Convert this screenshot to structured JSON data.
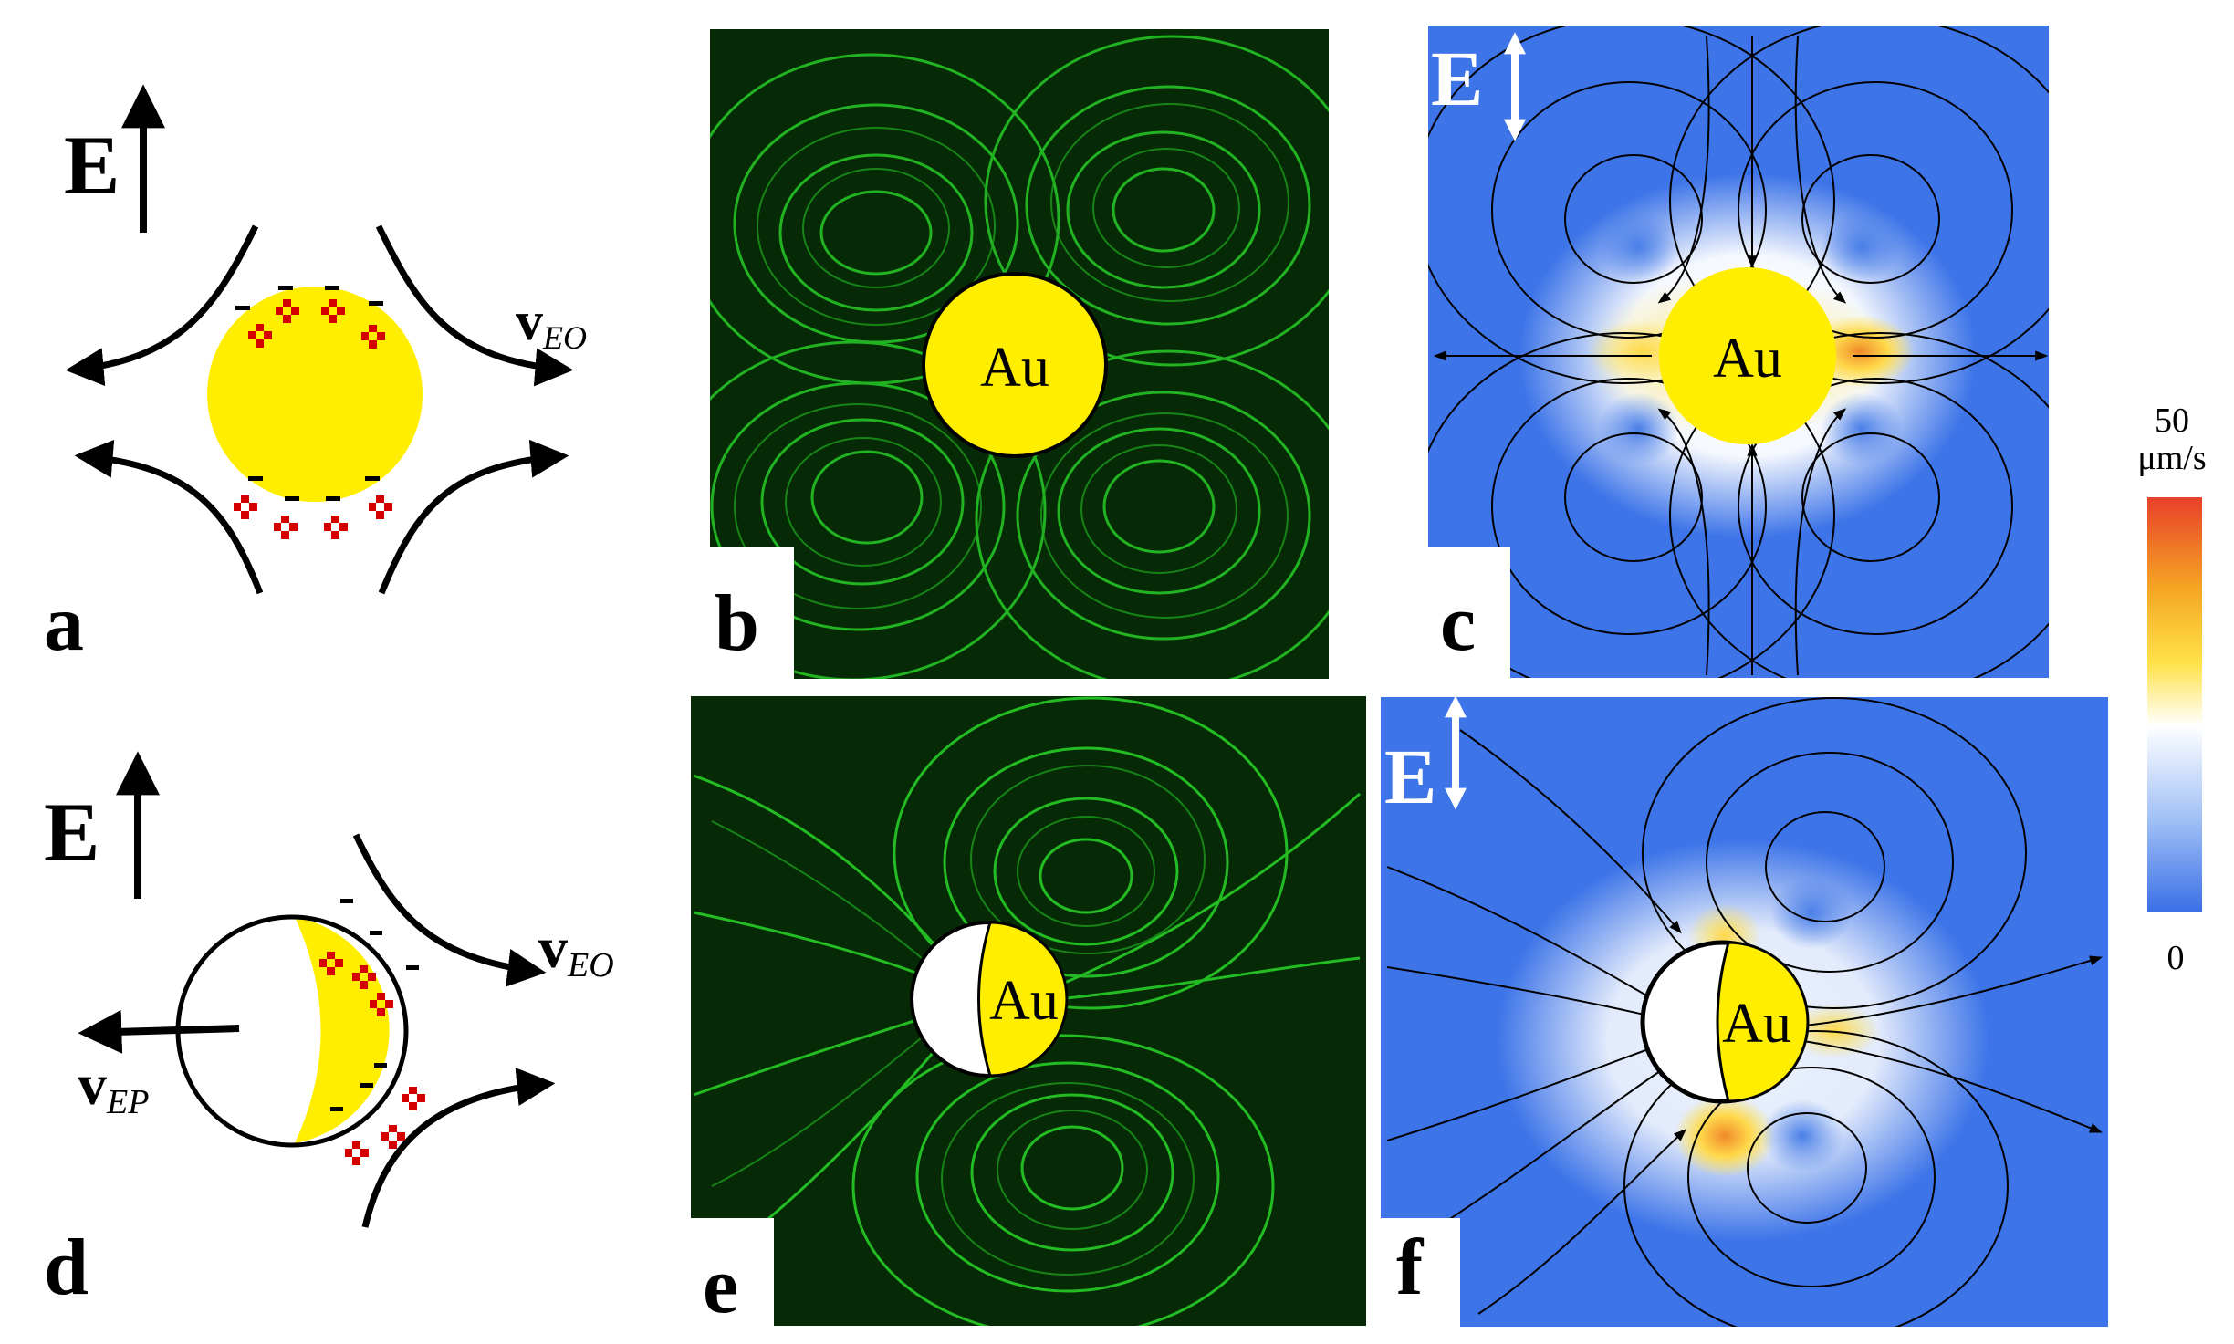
{
  "panels": {
    "a": {
      "letter": "a",
      "field_label": "E",
      "velocity_symbol": "v",
      "velocity_subscript": "EO",
      "particle": "Au sphere schematic"
    },
    "b": {
      "letter": "b",
      "particle_label": "Au"
    },
    "c": {
      "letter": "c",
      "particle_label": "Au",
      "field_label": "E"
    },
    "d": {
      "letter": "d",
      "field_label": "E",
      "velocity_symbol": "v",
      "velocity_subscript_eo": "EO",
      "velocity_subscript_ep": "EP"
    },
    "e": {
      "letter": "e",
      "particle_label": "Au"
    },
    "f": {
      "letter": "f",
      "particle_label": "Au",
      "field_label": "E"
    }
  },
  "colorbar": {
    "max_value": "50",
    "unit": "μm/s",
    "min_value": "0",
    "colors": [
      "#e8402a",
      "#f5a623",
      "#ffe24a",
      "#ffffff",
      "#9fbff5",
      "#3a6fe6"
    ]
  },
  "colors": {
    "gold": "#ffee00",
    "charge_plus": "#d40000",
    "streak_green": "#29d629",
    "flow_blue": "#3d74e8"
  }
}
